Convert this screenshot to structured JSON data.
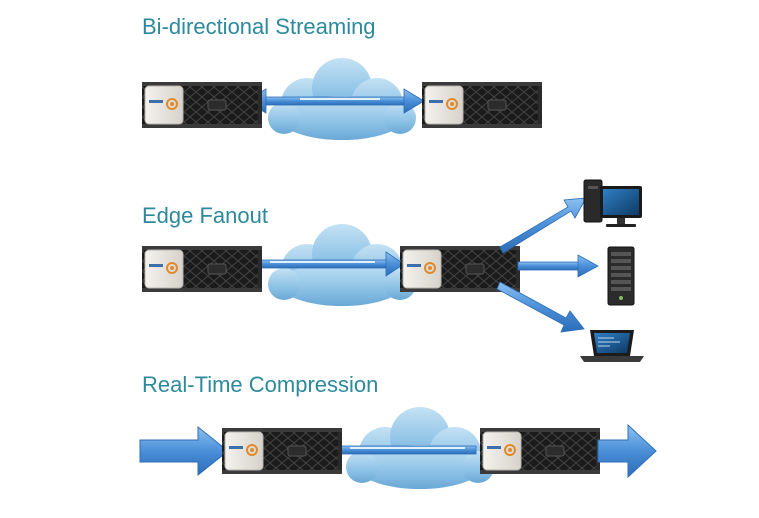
{
  "sections": [
    {
      "title": "Bi-directional Streaming"
    },
    {
      "title": "Edge Fanout"
    },
    {
      "title": "Real-Time Compression"
    }
  ],
  "colors": {
    "heading": "#2c8a9c",
    "arrow": "#4a8fd8",
    "cloud": "#8dc2e6",
    "server_face": "#e8e4de",
    "server_body": "#1e1e1e",
    "logo": "#e08a2a"
  },
  "icons": [
    "server-icon",
    "cloud-icon",
    "desktop-computer-icon",
    "tower-server-icon",
    "laptop-icon"
  ]
}
